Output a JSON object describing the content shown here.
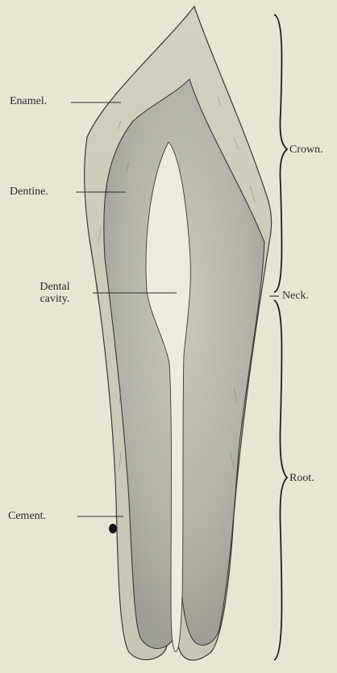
{
  "labels": {
    "enamel": "Enamel.",
    "dentine": "Dentine.",
    "dental_cavity_line1": "Dental",
    "dental_cavity_line2": "cavity.",
    "cement": "Cement.",
    "crown": "Crown.",
    "neck": "Neck.",
    "root": "Root."
  },
  "colors": {
    "background": "#e8e6d3",
    "enamel_fill": "#d6d4c2",
    "dentine_fill": "#b7b6ab",
    "pulp_fill": "#ecebdd",
    "line": "#2f2f2f"
  }
}
